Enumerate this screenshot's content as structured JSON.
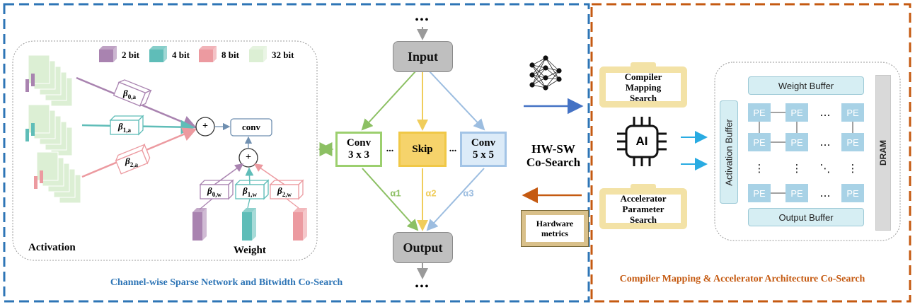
{
  "left_panel": {
    "legend": [
      {
        "label": "2 bit",
        "color": "#a983b0"
      },
      {
        "label": "4 bit",
        "color": "#5fbdb8"
      },
      {
        "label": "8 bit",
        "color": "#ec9aa0"
      },
      {
        "label": "32 bit",
        "color": "#dcefd4"
      }
    ],
    "activation_label": "Activation",
    "weight_label": "Weight",
    "conv_label": "conv",
    "plus": "+",
    "beta_act": [
      {
        "main": "β",
        "sub": "0,a"
      },
      {
        "main": "β",
        "sub": "1,a"
      },
      {
        "main": "β",
        "sub": "2,a"
      }
    ],
    "beta_w": [
      {
        "main": "β",
        "sub": "0,w"
      },
      {
        "main": "β",
        "sub": "1,w"
      },
      {
        "main": "β",
        "sub": "2,w"
      }
    ],
    "caption": "Channel-wise Sparse Network and Bitwidth Co-Search",
    "caption_color": "#2e75b6"
  },
  "graph": {
    "top_dots": "•••",
    "bottom_dots": "•••",
    "input_label": "Input",
    "output_label": "Output",
    "conv3_label": "Conv\n3 x 3",
    "skip_label": "Skip",
    "conv5_label": "Conv\n5 x 5",
    "ellipsis": "...",
    "alphas": [
      "α1",
      "α2",
      "α3"
    ],
    "colors": {
      "conv3": "#9ccf6e",
      "skip": "#f6d36b",
      "conv5": "#a3c4e6"
    }
  },
  "middle": {
    "hwsw_label": "HW-SW\nCo-Search",
    "hardware_metrics_label": "Hardware\nmetrics"
  },
  "right_panel": {
    "compiler_label": "Compiler\nMapping\nSearch",
    "accelerator_label": "Accelerator\nParameter\nSearch",
    "ai_label": "AI",
    "weight_buffer": "Weight Buffer",
    "output_buffer": "Output Buffer",
    "activation_buffer": "Activation Buffer",
    "dram": "DRAM",
    "pe_label": "PE",
    "dots_h": "…",
    "dots_v": "⋮",
    "dots_diag": "⋱",
    "caption": "Compiler Mapping & Accelerator Architecture Co-Search",
    "caption_color": "#c55a11"
  },
  "colors": {
    "blue_border": "#2e75b6",
    "orange_border": "#c55a11"
  }
}
